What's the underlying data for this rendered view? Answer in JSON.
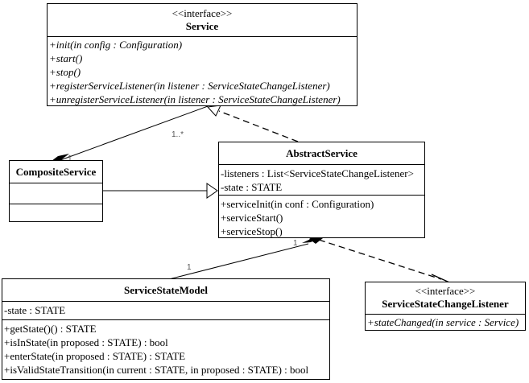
{
  "service": {
    "stereotype": "<<interface>>",
    "name": "Service",
    "operations": [
      "+init(in config : Configuration)",
      "+start()",
      "+stop()",
      "+registerServiceListener(in listener : ServiceStateChangeListener)",
      "+unregisterServiceListener(in listener : ServiceStateChangeListener)"
    ]
  },
  "composite_service": {
    "name": "CompositeService"
  },
  "abstract_service": {
    "name": "AbstractService",
    "attributes": [
      "-listeners : List<ServiceStateChangeListener>",
      "-state : STATE"
    ],
    "operations": [
      "+serviceInit(in conf : Configuration)",
      "+serviceStart()",
      "+serviceStop()"
    ]
  },
  "service_state_model": {
    "name": "ServiceStateModel",
    "attributes": [
      "-state : STATE"
    ],
    "operations": [
      "+getState()() : STATE",
      "+isInState(in proposed : STATE) : bool",
      "+enterState(in proposed : STATE) : STATE",
      "+isValidStateTransition(in current : STATE, in proposed : STATE) : bool"
    ]
  },
  "listener_interface": {
    "stereotype": "<<interface>>",
    "name": "ServiceStateChangeListener",
    "operations": [
      "+stateChanged(in service : Service)"
    ]
  },
  "multiplicities": {
    "composite_end": "1",
    "service_end": "1..*",
    "abstract_model_end": "1",
    "model_end": "1"
  }
}
